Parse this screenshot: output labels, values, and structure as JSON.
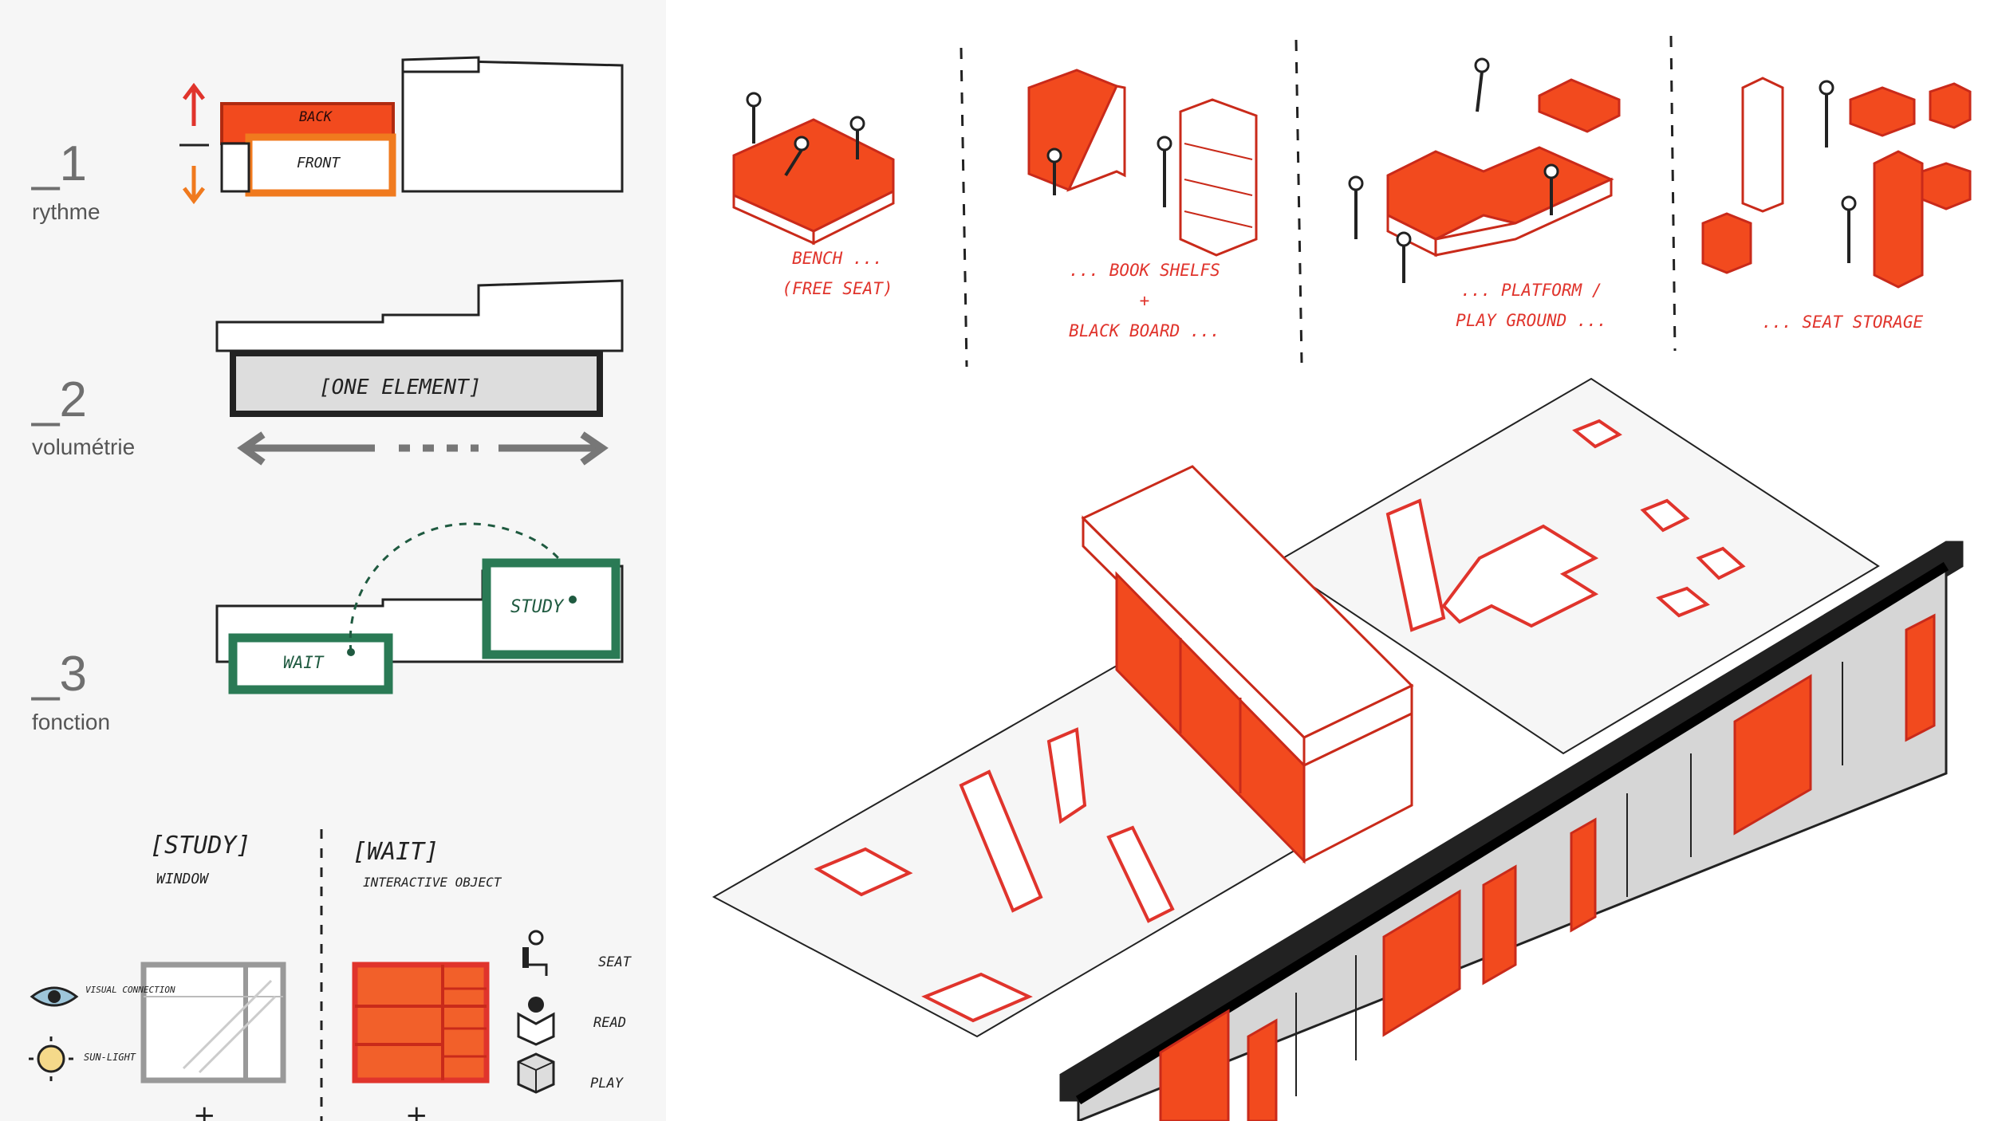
{
  "steps": [
    {
      "num": "_1",
      "label": "rythme",
      "tags": [
        "BACK",
        "FRONT"
      ]
    },
    {
      "num": "_2",
      "label": "volumétrie",
      "tags": [
        "[ONE ELEMENT]"
      ]
    },
    {
      "num": "_3",
      "label": "fonction",
      "tags": [
        "STUDY",
        "WAIT"
      ]
    }
  ],
  "legend": {
    "study": {
      "title": "[STUDY]",
      "subtitle": "WINDOW"
    },
    "wait": {
      "title": "[WAIT]",
      "subtitle": "INTERACTIVE OBJECT"
    },
    "study_items": [
      "VISUAL CONNECTION",
      "SUN-LIGHT"
    ],
    "wait_items": [
      "SEAT",
      "READ",
      "PLAY"
    ],
    "plus": "+"
  },
  "captions": [
    "BENCH ...\n(FREE SEAT)",
    "... BOOK SHELFS\n+\nBLACK BOARD ...",
    "... PLATFORM /\nPLAY GROUND ...",
    "... SEAT STORAGE"
  ],
  "colors": {
    "accent": "#f24a1e",
    "accent_line": "#e0342c",
    "green": "#2a7a55",
    "panel": "#f6f6f6",
    "ink": "#1a1a1a"
  },
  "icons": [
    "eye-icon",
    "sun-icon",
    "seated-person-icon",
    "reading-person-icon",
    "cube-icon"
  ]
}
